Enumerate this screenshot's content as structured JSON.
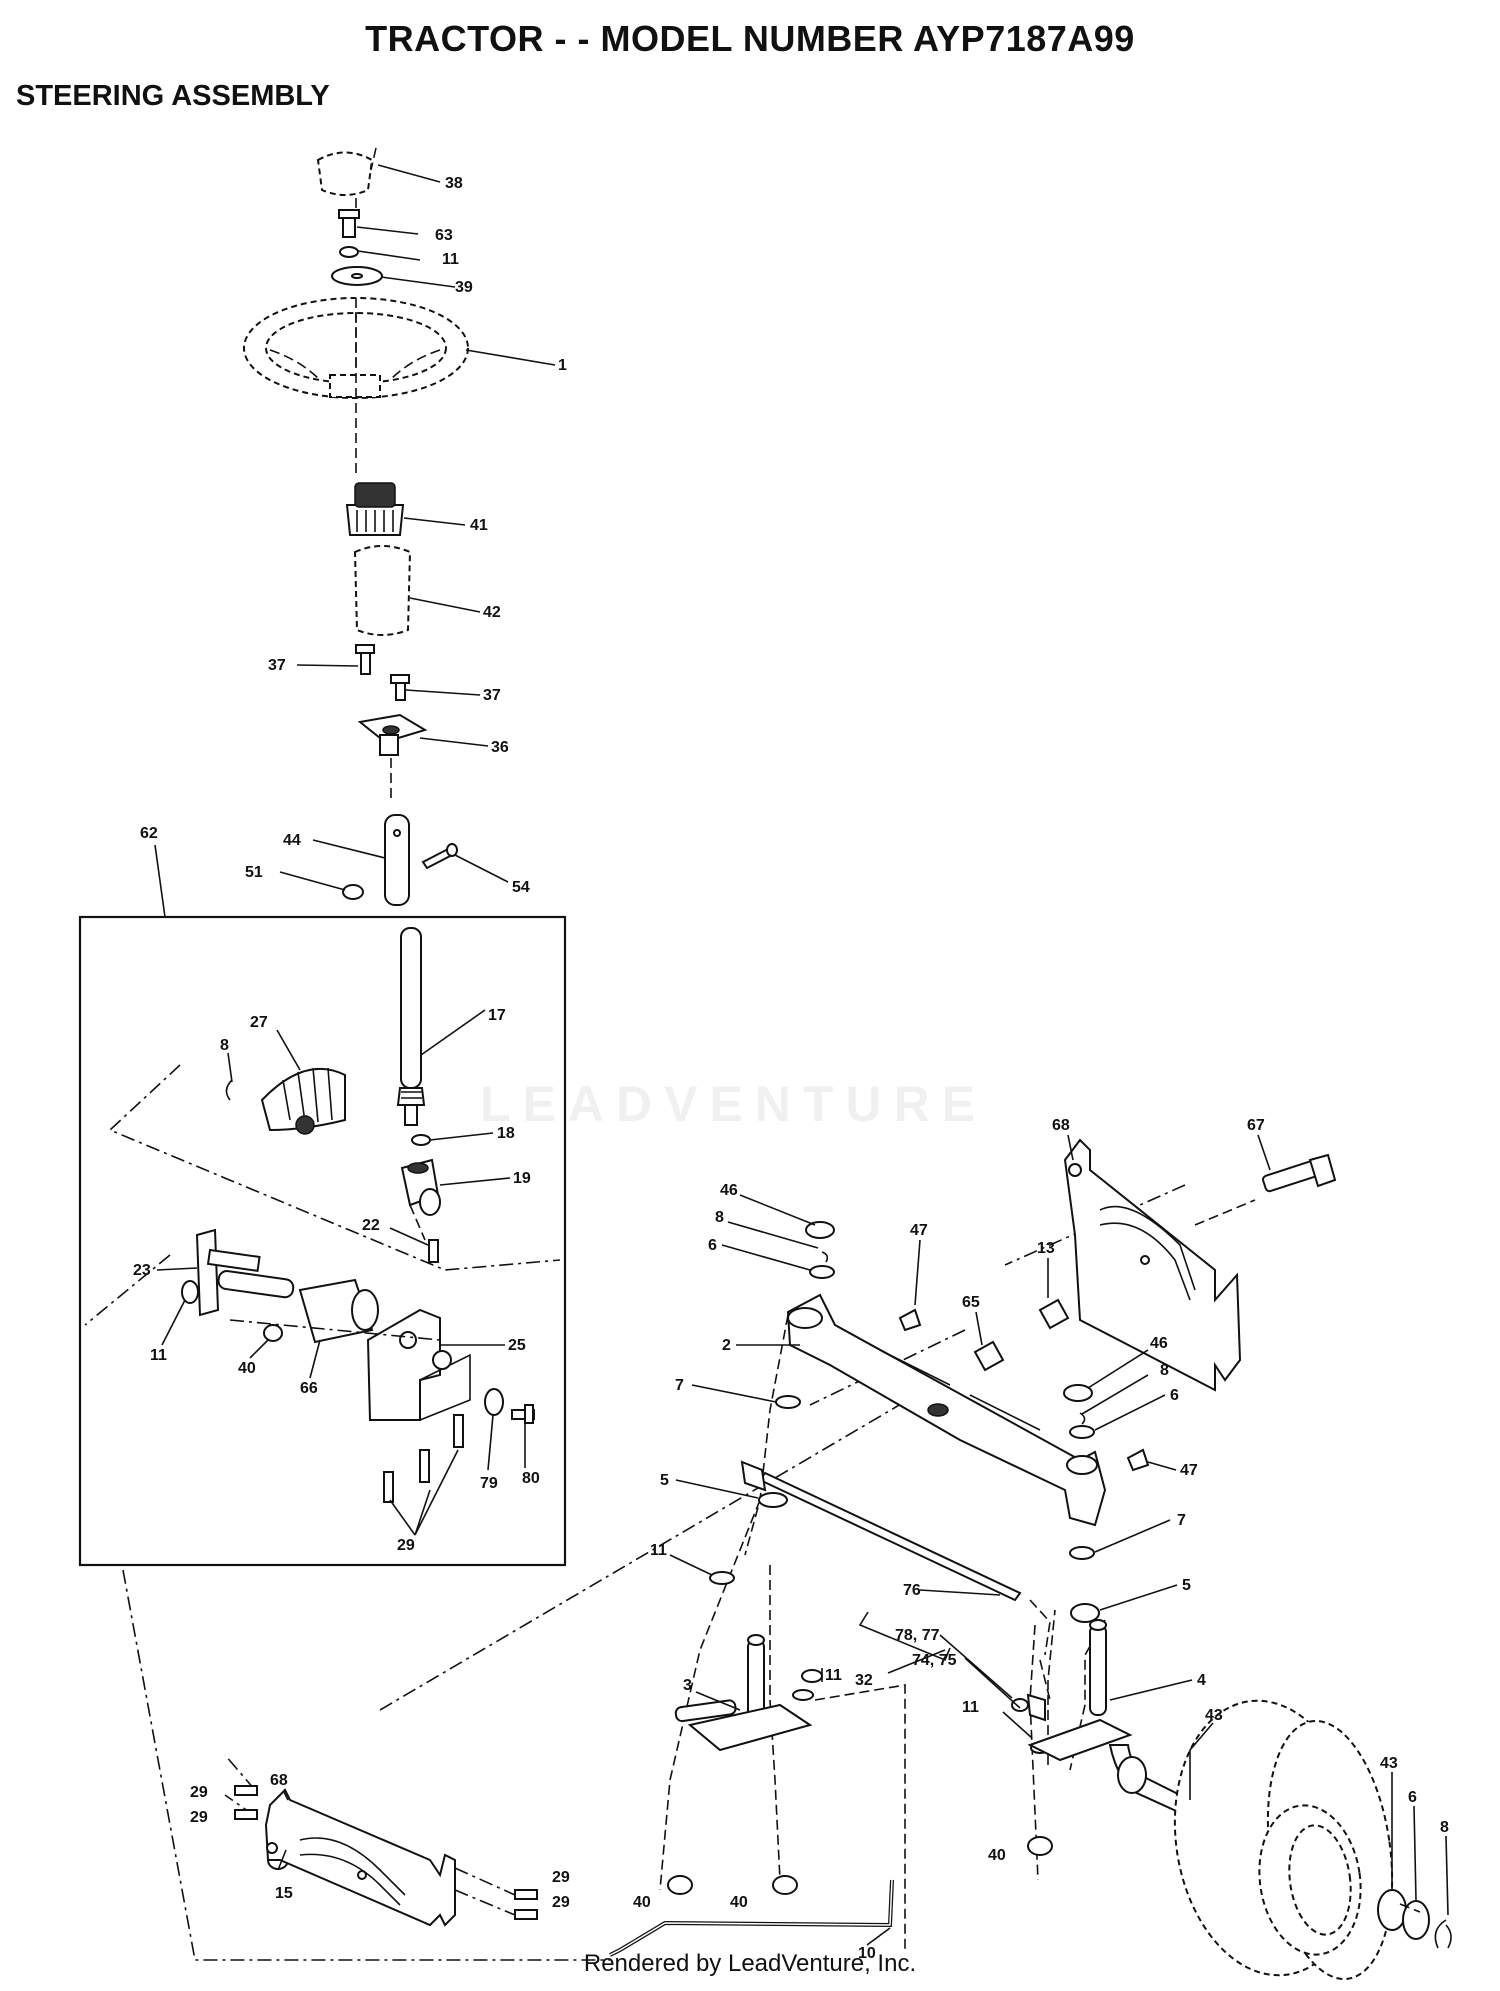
{
  "title": "TRACTOR - - MODEL NUMBER AYP7187A99",
  "section": "STEERING ASSEMBLY",
  "watermark": "LEADVENTURE",
  "footer": "Rendered by LeadVenture, Inc.",
  "callouts": {
    "p38": "38",
    "p63": "63",
    "p11a": "11",
    "p39": "39",
    "p1": "1",
    "p41": "41",
    "p42": "42",
    "p37a": "37",
    "p37b": "37",
    "p36": "36",
    "p62": "62",
    "p44": "44",
    "p51": "51",
    "p54": "54",
    "p17": "17",
    "p27": "27",
    "p8a": "8",
    "p18": "18",
    "p19": "19",
    "p22": "22",
    "p23": "23",
    "p11b": "11",
    "p40a": "40",
    "p66": "66",
    "p25": "25",
    "p79": "79",
    "p80": "80",
    "p29a": "29",
    "p68a": "68",
    "p67": "67",
    "p46a": "46",
    "p8b": "8",
    "p6a": "6",
    "p47a": "47",
    "p13": "13",
    "p65": "65",
    "p2": "2",
    "p46b": "46",
    "p8c": "8",
    "p6b": "6",
    "p7a": "7",
    "p47b": "47",
    "p5a": "5",
    "p7b": "7",
    "p11c": "11",
    "p76": "76",
    "p5b": "5",
    "p3": "3",
    "p7877": "78, 77",
    "p7475": "74, 75",
    "p32": "32",
    "p4": "4",
    "p43a": "43",
    "p11d": "11",
    "p11e": "11",
    "p68b": "68",
    "p29b": "29",
    "p29c": "29",
    "p40b": "40",
    "p40c": "40",
    "p40d": "40",
    "p15": "15",
    "p29d": "29",
    "p29e": "29",
    "p43b": "43",
    "p6c": "6",
    "p8d": "8",
    "p10": "10"
  }
}
